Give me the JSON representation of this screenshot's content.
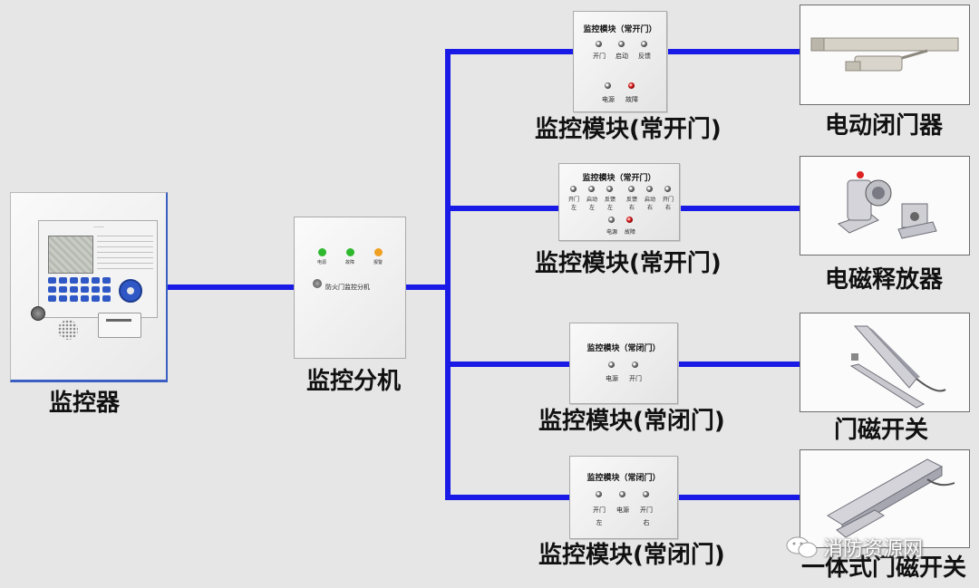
{
  "colors": {
    "wire": "#1a1ae6",
    "background": "#e6e6e6"
  },
  "controller": {
    "caption": "监控器"
  },
  "sub_controller": {
    "caption": "监控分机",
    "panel_label": "防火门监控分机",
    "leds": [
      {
        "label": "电源",
        "color": "#2eb82e"
      },
      {
        "label": "故障",
        "color": "#2eb82e"
      },
      {
        "label": "报警",
        "color": "#f0a020"
      }
    ]
  },
  "modules": [
    {
      "caption": "监控模块(常开门)",
      "panel_title": "监控模块（常开门）",
      "top_labels": [
        "开门",
        "启动",
        "反馈"
      ],
      "bottom_labels": [
        "电源",
        "故障"
      ]
    },
    {
      "caption": "监控模块(常开门)",
      "panel_title": "监控模块（常开门）",
      "top_labels": [
        "开门",
        "启动",
        "反馈",
        "反馈",
        "启动",
        "开门"
      ],
      "top_sub_labels": [
        "左",
        "左",
        "左",
        "右",
        "右",
        "右"
      ],
      "bottom_labels": [
        "电源",
        "故障"
      ]
    },
    {
      "caption": "监控模块(常闭门)",
      "panel_title": "监控模块（常闭门）",
      "top_labels": [
        "电源",
        "开门"
      ]
    },
    {
      "caption": "监控模块(常闭门)",
      "panel_title": "监控模块（常闭门）",
      "top_labels": [
        "开门",
        "电源",
        "开门"
      ],
      "top_sub_labels": [
        "左",
        "",
        "右"
      ]
    }
  ],
  "devices": [
    {
      "caption": "电动闭门器",
      "icon": "door-closer-icon"
    },
    {
      "caption": "电磁释放器",
      "icon": "electromagnetic-release-icon"
    },
    {
      "caption": "门磁开关",
      "icon": "door-magnetic-switch-icon"
    },
    {
      "caption": "一体式门磁开关",
      "icon": "integrated-door-magnetic-switch-icon"
    }
  ],
  "watermark": {
    "text": "消防资源网",
    "icon": "wechat-icon"
  }
}
